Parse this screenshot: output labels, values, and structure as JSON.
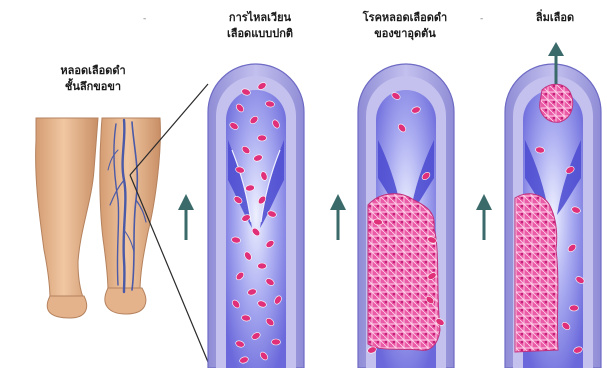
{
  "labels": {
    "legs": [
      "หลอดเลือดดำ",
      "ชั้นลึกขอขา"
    ],
    "normal": [
      "การไหลเวียน",
      "เลือดแบบปกติ"
    ],
    "dvt": [
      "โรคหลอดเลือดดำ",
      "ของขาอุดตัน"
    ],
    "embolus": [
      "ลิ่มเลือด"
    ]
  },
  "colors": {
    "vessel_wall": "#a9a6dd",
    "vessel_inner": "#c9c6f0",
    "lumen": "#7a78e0",
    "valve": "#4a4ad0",
    "red_cell": "#e0307a",
    "clot": "#e84aa0",
    "skin": "#e7b992",
    "vein": "#4a5aa8",
    "arrow": "#3a6a6a"
  },
  "icons": [
    "up-arrow-icon",
    "embolus-arrow-icon"
  ]
}
